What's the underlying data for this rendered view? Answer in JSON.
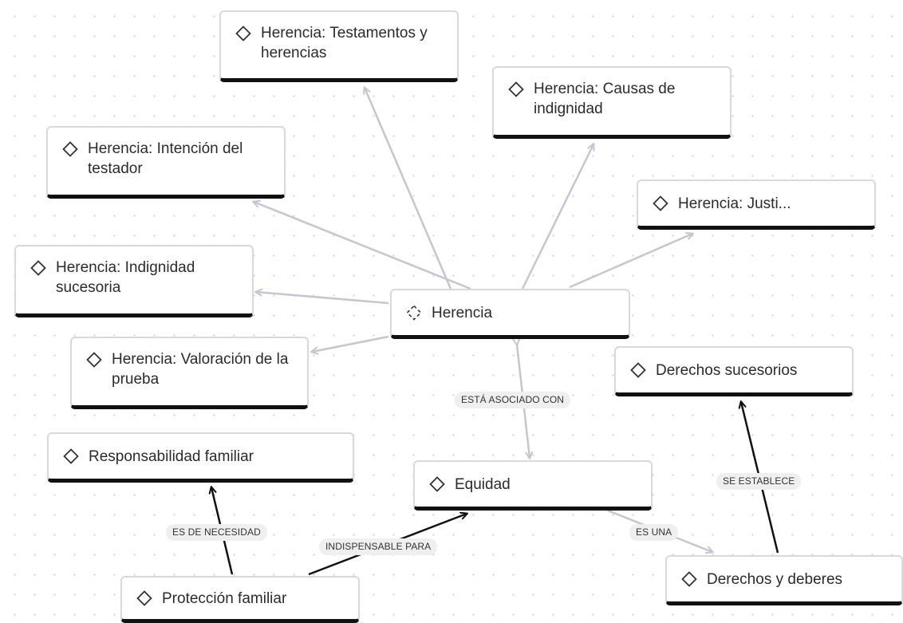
{
  "icons": {
    "topic": "diamond-icon",
    "central": "diamond-dashed-icon"
  },
  "colors": {
    "edge_light": "#c6c5d1",
    "edge_dark": "#111111",
    "node_border": "#d9d9d9",
    "node_bottom_bar": "#111111",
    "label_bg": "#efefef"
  },
  "nodes": {
    "herencia": "Herencia",
    "testamentos": "Herencia: Testamentos y herencias",
    "causas": "Herencia: Causas de indignidad",
    "intencion": "Herencia: Intención del testador",
    "justi": "Herencia: Justi...",
    "indignidad": "Herencia: Indignidad sucesoria",
    "valoracion": "Herencia: Valoración de la prueba",
    "derechos_sucesorios": "Derechos sucesorios",
    "responsabilidad": "Responsabilidad familiar",
    "equidad": "Equidad",
    "derechos_deberes": "Derechos y deberes",
    "proteccion": "Protección familiar"
  },
  "edge_labels": {
    "asociado": "ESTÁ ASOCIADO CON",
    "establece": "SE ESTABLECE",
    "necesidad": "ES DE NECESIDAD",
    "indispensable": "INDISPENSABLE PARA",
    "es_una": "ES UNA"
  }
}
